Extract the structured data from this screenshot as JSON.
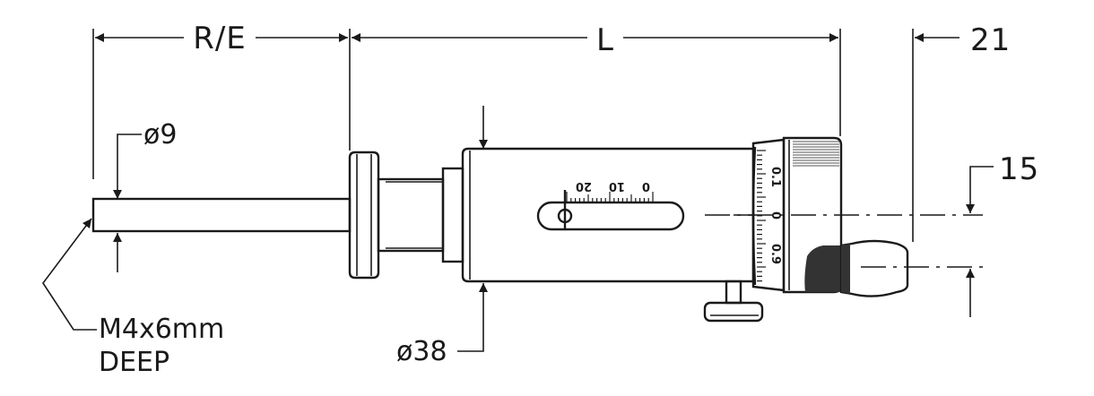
{
  "dimensions": {
    "re": "R/E",
    "l": "L",
    "d21": "21",
    "d15": "15",
    "dia9": "ø9",
    "dia38": "ø38",
    "thread_line1": "M4x6mm",
    "thread_line2": "DEEP"
  },
  "scales": {
    "sleeve": [
      "0",
      "10",
      "20"
    ],
    "thimble": [
      "0.1",
      "0",
      "0.9"
    ]
  }
}
